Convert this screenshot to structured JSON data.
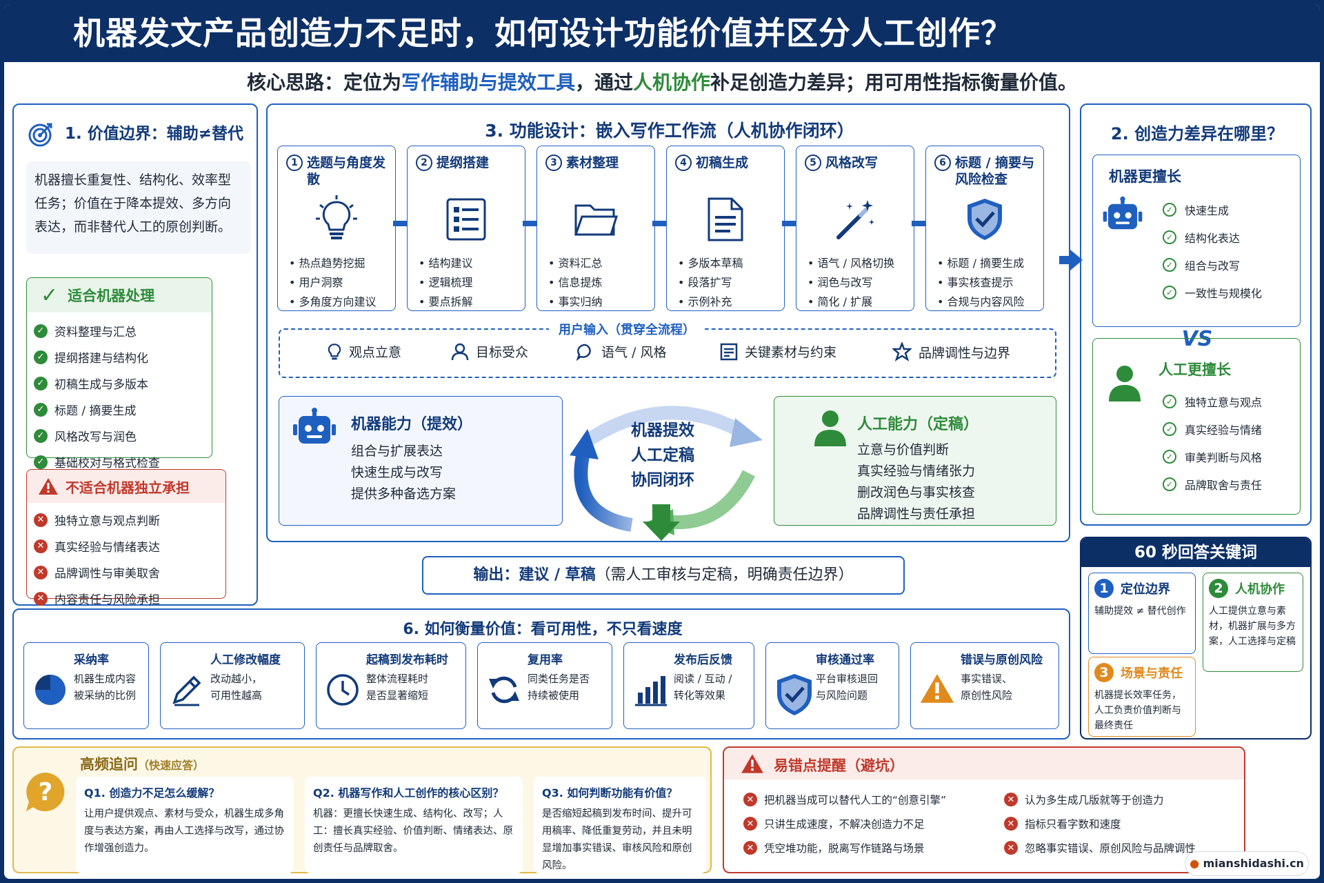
{
  "header": {
    "title": "机器发文产品创造力不足时，如何设计功能价值并区分人工创作？"
  },
  "subtitle": {
    "p1": "核心思路：定位为",
    "hl1": "写作辅助与提效工具",
    "p2": "，通过",
    "hl2": "人机协作",
    "p3": "补足创造力差异；用可用性指标衡量价值。"
  },
  "value_boundary": {
    "title": "1. 价值边界：辅助≠替代",
    "desc": "机器擅长重复性、结构化、效率型任务；价值在于降本提效、多方向表达，而非替代人工的原创判断。",
    "suitable_title": "适合机器处理",
    "suitable": [
      "资料整理与汇总",
      "提纲搭建与结构化",
      "初稿生成与多版本",
      "标题 / 摘要生成",
      "风格改写与润色",
      "基础校对与格式检查"
    ],
    "unsuitable_title": "不适合机器独立承担",
    "unsuitable": [
      "独特立意与观点判断",
      "真实经验与情绪表达",
      "品牌调性与审美取舍",
      "内容责任与风险承担"
    ]
  },
  "function_design": {
    "title": "3. 功能设计：嵌入写作工作流（人机协作闭环）",
    "steps": [
      {
        "num": "1",
        "title": "选题与角度发散",
        "icon": "lightbulb-icon",
        "items": [
          "热点趋势挖掘",
          "用户洞察",
          "多角度方向建议"
        ]
      },
      {
        "num": "2",
        "title": "提纲搭建",
        "icon": "outline-list-icon",
        "items": [
          "结构建议",
          "逻辑梳理",
          "要点拆解"
        ]
      },
      {
        "num": "3",
        "title": "素材整理",
        "icon": "folder-icon",
        "items": [
          "资料汇总",
          "信息提炼",
          "事实归纳"
        ]
      },
      {
        "num": "4",
        "title": "初稿生成",
        "icon": "document-icon",
        "items": [
          "多版本草稿",
          "段落扩写",
          "示例补充"
        ]
      },
      {
        "num": "5",
        "title": "风格改写",
        "icon": "magic-wand-icon",
        "items": [
          "语气 / 风格切换",
          "润色与改写",
          "简化 / 扩展"
        ]
      },
      {
        "num": "6",
        "title": "标题 / 摘要与风险检查",
        "icon": "shield-check-icon",
        "items": [
          "标题 / 摘要生成",
          "事实核查提示",
          "合规与内容风险"
        ]
      }
    ],
    "user_input_title": "用户输入（贯穿全流程）",
    "user_inputs": [
      {
        "label": "观点立意",
        "icon": "lightbulb-icon"
      },
      {
        "label": "目标受众",
        "icon": "user-icon"
      },
      {
        "label": "语气 / 风格",
        "icon": "chat-icon"
      },
      {
        "label": "关键素材与约束",
        "icon": "checklist-icon"
      },
      {
        "label": "品牌调性与边界",
        "icon": "star-badge-icon"
      }
    ],
    "machine": {
      "title": "机器能力（提效）",
      "items": [
        "组合与扩展表达",
        "快速生成与改写",
        "提供多种备选方案"
      ]
    },
    "loop": {
      "l1": "机器提效",
      "l2": "人工定稿",
      "l3": "协同闭环"
    },
    "human": {
      "title": "人工能力（定稿）",
      "items": [
        "立意与价值判断",
        "真实经验与情绪张力",
        "删改润色与事实核查",
        "品牌调性与责任承担"
      ]
    },
    "output": {
      "bold": "输出：建议 / 草稿",
      "rest": "（需人工审核与定稿，明确责任边界）"
    }
  },
  "creativity": {
    "title": "2. 创造力差异在哪里？",
    "machine_title": "机器更擅长",
    "machine_items": [
      "快速生成",
      "结构化表达",
      "组合与改写",
      "一致性与规模化"
    ],
    "vs": "VS",
    "human_title": "人工更擅长",
    "human_items": [
      "独特立意与观点",
      "真实经验与情绪",
      "审美判断与风格",
      "品牌取舍与责任"
    ]
  },
  "keywords": {
    "title": "60 秒回答关键词",
    "items": [
      {
        "num": "1",
        "title": "定位边界",
        "desc": "辅助提效 ≠ 替代创作"
      },
      {
        "num": "2",
        "title": "人机协作",
        "desc": "人工提供立意与素材，机器扩展与多方案，人工选择与定稿"
      },
      {
        "num": "3",
        "title": "场景与责任",
        "desc": "机器提长效率任务，人工负责价值判断与最终责任"
      }
    ]
  },
  "measure": {
    "title": "6. 如何衡量价值：看可用性，不只看速度",
    "metrics": [
      {
        "title": "采纳率",
        "icon": "pie-chart-icon",
        "desc": [
          "机器生成内容",
          "被采纳的比例"
        ]
      },
      {
        "title": "人工修改幅度",
        "icon": "pencil-icon",
        "desc": [
          "改动越小，",
          "可用性越高"
        ]
      },
      {
        "title": "起稿到发布耗时",
        "icon": "clock-icon",
        "desc": [
          "整体流程耗时",
          "是否显著缩短"
        ]
      },
      {
        "title": "复用率",
        "icon": "refresh-icon",
        "desc": [
          "同类任务是否",
          "持续被使用"
        ]
      },
      {
        "title": "发布后反馈",
        "icon": "bar-chart-icon",
        "desc": [
          "阅读 / 互动 /",
          "转化等效果"
        ]
      },
      {
        "title": "审核通过率",
        "icon": "shield-check-icon",
        "desc": [
          "平台审核退回",
          "与风险问题"
        ]
      },
      {
        "title": "错误与原创风险",
        "icon": "warning-icon",
        "desc": [
          "事实错误、",
          "原创性风险"
        ]
      }
    ]
  },
  "faq": {
    "title": "高频追问",
    "tag": "（快速应答）",
    "items": [
      {
        "q": "Q1. 创造力不足怎么缓解？",
        "a": "让用户提供观点、素材与受众，机器生成多角度与表达方案，再由人工选择与改写，通过协作增强创造力。"
      },
      {
        "q": "Q2. 机器写作和人工创作的核心区别？",
        "a": "机器：更擅长快速生成、结构化、改写；人工：擅长真实经验、价值判断、情绪表达、原创责任与品牌取舍。"
      },
      {
        "q": "Q3. 如何判断功能有价值？",
        "a": "是否缩短起稿到发布时间、提升可用稿率、降低重复劳动，并且未明显增加事实错误、审核风险和原创风险。"
      }
    ]
  },
  "pitfalls": {
    "title": "易错点提醒（避坑）",
    "left": [
      "把机器当成可以替代人工的“创意引擎”",
      "只讲生成速度，不解决创造力不足",
      "凭空堆功能，脱离写作链路与场景"
    ],
    "right": [
      "认为多生成几版就等于创造力",
      "指标只看字数和速度",
      "忽略事实错误、原创风险与品牌调性"
    ]
  },
  "watermark": "mianshidashi.cn",
  "colors": {
    "navy": "#0c2f66",
    "blue": "#1f5fbf",
    "green": "#2e8b3a",
    "red": "#c0392b",
    "orange": "#e08a1e",
    "gold": "#e0b84a"
  }
}
